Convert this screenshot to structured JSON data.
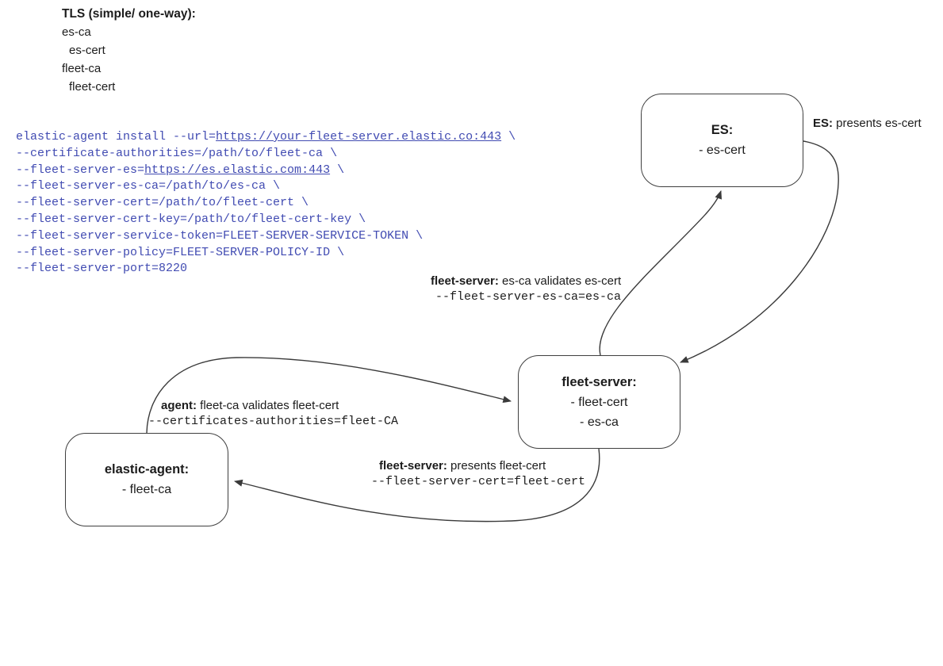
{
  "colors": {
    "background": "#ffffff",
    "code_text": "#414bb2",
    "line_stroke": "#3a3a3a",
    "text": "#1c1c1c"
  },
  "legend": {
    "heading": "TLS (simple/ one-way):",
    "items": [
      "es-ca",
      "es-cert",
      "fleet-ca",
      "fleet-cert"
    ]
  },
  "command_block": {
    "lines": [
      [
        {
          "t": "elastic-agent install --url=",
          "u": false
        },
        {
          "t": "https://your-fleet-server.elastic.co:443",
          "u": true
        },
        {
          "t": " \\",
          "u": false
        }
      ],
      [
        {
          "t": "--certificate-authorities=/path/to/fleet-ca \\",
          "u": false
        }
      ],
      [
        {
          "t": "--fleet-server-es=",
          "u": false
        },
        {
          "t": "https://es.elastic.com:443",
          "u": true
        },
        {
          "t": " \\",
          "u": false
        }
      ],
      [
        {
          "t": "--fleet-server-es-ca=/path/to/es-ca \\",
          "u": false
        }
      ],
      [
        {
          "t": "--fleet-server-cert=/path/to/fleet-cert \\",
          "u": false
        }
      ],
      [
        {
          "t": "--fleet-server-cert-key=/path/to/fleet-cert-key \\",
          "u": false
        }
      ],
      [
        {
          "t": "--fleet-server-service-token=FLEET-SERVER-SERVICE-TOKEN \\",
          "u": false
        }
      ],
      [
        {
          "t": "--fleet-server-policy=FLEET-SERVER-POLICY-ID \\",
          "u": false
        }
      ],
      [
        {
          "t": "--fleet-server-port=8220",
          "u": false
        }
      ]
    ]
  },
  "nodes": {
    "es": {
      "title": "ES:",
      "items": [
        "- es-cert"
      ]
    },
    "fleet_server": {
      "title": "fleet-server:",
      "items": [
        "- fleet-cert",
        "- es-ca"
      ]
    },
    "elastic_agent": {
      "title": "elastic-agent:",
      "items": [
        "- fleet-ca"
      ]
    }
  },
  "edge_labels": {
    "es_presents": {
      "bold": "ES:",
      "text": " presents es-cert"
    },
    "fleet_validates": {
      "bold": "fleet-server:",
      "text": " es-ca validates es-cert",
      "code": "--fleet-server-es-ca=es-ca"
    },
    "agent_validates": {
      "bold": "agent:",
      "text": " fleet-ca validates fleet-cert",
      "code": "--certificates-authorities=fleet-CA"
    },
    "fleet_presents": {
      "bold": "fleet-server:",
      "text": " presents fleet-cert",
      "code": "--fleet-server-cert=fleet-cert"
    }
  }
}
